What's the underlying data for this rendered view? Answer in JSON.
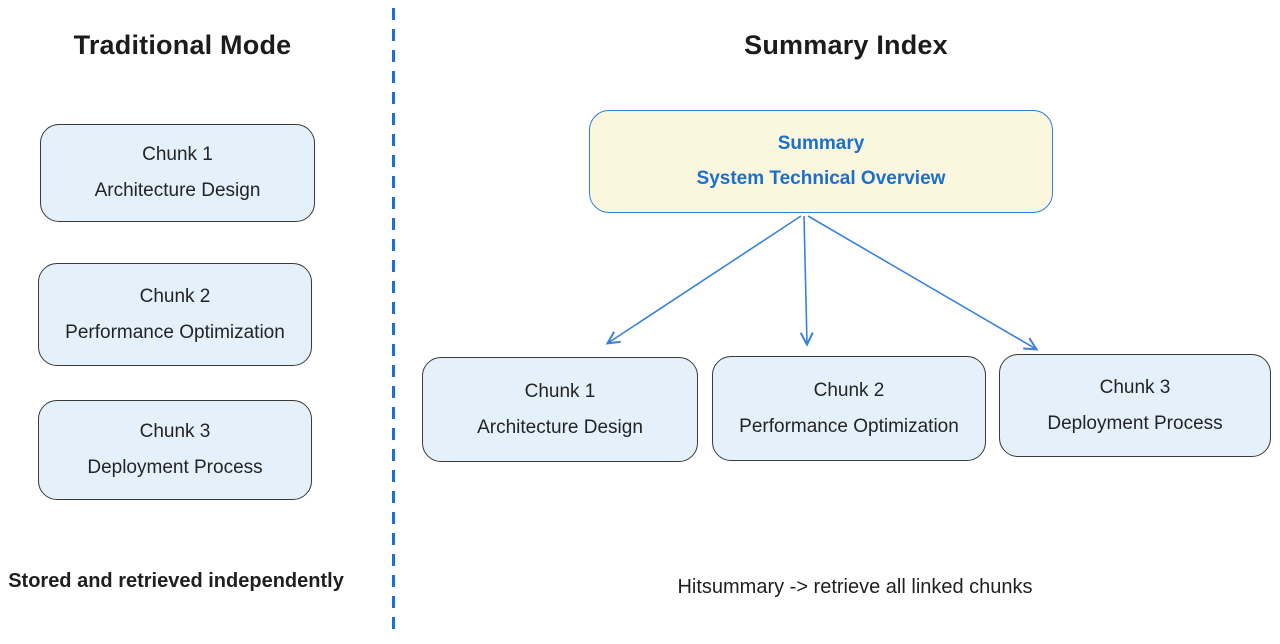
{
  "left": {
    "title": "Traditional Mode",
    "chunks": [
      {
        "line1": "Chunk 1",
        "line2": "Architecture Design"
      },
      {
        "line1": "Chunk 2",
        "line2": "Performance Optimization"
      },
      {
        "line1": "Chunk 3",
        "line2": "Deployment Process"
      }
    ],
    "caption": "Stored and retrieved independently"
  },
  "right": {
    "title": "Summary Index",
    "summary_box": {
      "line1": "Summary",
      "line2": "System Technical Overview"
    },
    "chunks": [
      {
        "line1": "Chunk 1",
        "line2": "Architecture Design"
      },
      {
        "line1": "Chunk 2",
        "line2": "Performance Optimization"
      },
      {
        "line1": "Chunk 3",
        "line2": "Deployment Process"
      }
    ],
    "caption": "Hitsummary -> retrieve all linked chunks"
  },
  "colors": {
    "title-text": "#1c1c1c",
    "box-text": "#242424",
    "caption-text": "#1f1f1f",
    "chunk-fill": "#e4f1fb",
    "chunk-border": "#3a3a3a",
    "summary-fill": "#fbf6de",
    "summary-border": "#2f7fd6",
    "summary-text": "#1b6fce",
    "divider-blue": "#1a6fd8",
    "arrow-blue": "#3a82d8"
  }
}
